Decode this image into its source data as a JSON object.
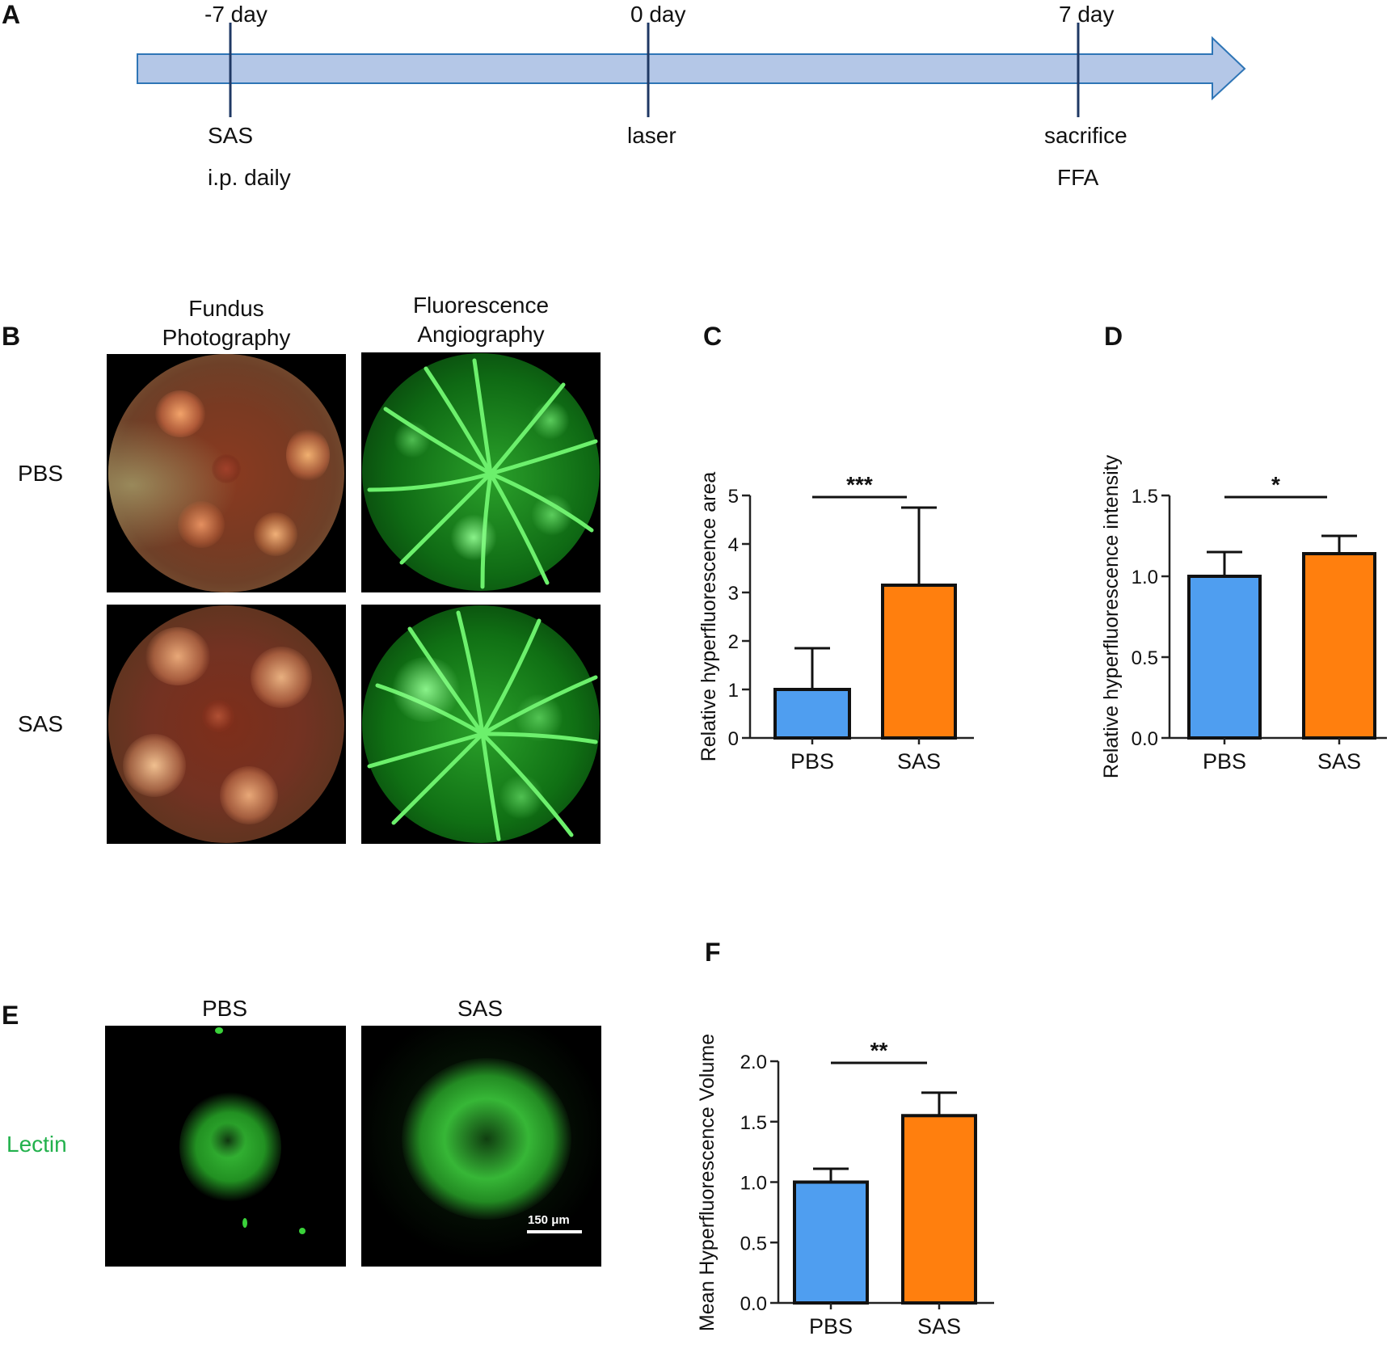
{
  "panel_letters": {
    "a": "A",
    "b": "B",
    "c": "C",
    "d": "D",
    "e": "E",
    "f": "F"
  },
  "timeline": {
    "points": [
      {
        "day": "-7 day",
        "event": "SAS",
        "detail": "i.p. daily"
      },
      {
        "day": "0 day",
        "event": "laser",
        "detail": ""
      },
      {
        "day": "7 day",
        "event": "sacrifice",
        "detail": "FFA"
      }
    ],
    "arrow_fill": "#b4c7e7",
    "arrow_stroke": "#2e75b6",
    "tick_color": "#1f3864"
  },
  "panel_b": {
    "col_fundus_line1": "Fundus",
    "col_fundus_line2": "Photography",
    "col_ffa_line1": "Fluorescence",
    "col_ffa_line2": "Angiography",
    "row_pbs": "PBS",
    "row_sas": "SAS"
  },
  "panel_e": {
    "col_pbs": "PBS",
    "col_sas": "SAS",
    "row_label": "Lectin",
    "row_label_color": "#22b14c",
    "scale_bar": "150 μm"
  },
  "colors": {
    "pbs": "#4f9ef0",
    "sas": "#ff7f0e"
  },
  "chart_data": [
    {
      "type": "bar",
      "panel": "C",
      "categories": [
        "PBS",
        "SAS"
      ],
      "values": [
        1.0,
        3.15
      ],
      "errors": [
        0.85,
        1.6
      ],
      "ylabel": "Relative  hyperfluorescence area",
      "ylim": [
        0,
        5
      ],
      "yticks": [
        "0",
        "1",
        "2",
        "3",
        "4",
        "5"
      ],
      "significance": "***"
    },
    {
      "type": "bar",
      "panel": "D",
      "categories": [
        "PBS",
        "SAS"
      ],
      "values": [
        1.0,
        1.14
      ],
      "errors": [
        0.15,
        0.11
      ],
      "ylabel": "Relative  hyperfluorescence intensity",
      "ylim": [
        0,
        1.5
      ],
      "yticks": [
        "0.0",
        "0.5",
        "1.0",
        "1.5"
      ],
      "significance": "*"
    },
    {
      "type": "bar",
      "panel": "F",
      "categories": [
        "PBS",
        "SAS"
      ],
      "values": [
        1.0,
        1.55
      ],
      "errors": [
        0.11,
        0.19
      ],
      "ylabel": "Mean Hyperfluorescence Volume",
      "ylim": [
        0,
        2.0
      ],
      "yticks": [
        "0.0",
        "0.5",
        "1.0",
        "1.5",
        "2.0"
      ],
      "significance": "**"
    }
  ]
}
